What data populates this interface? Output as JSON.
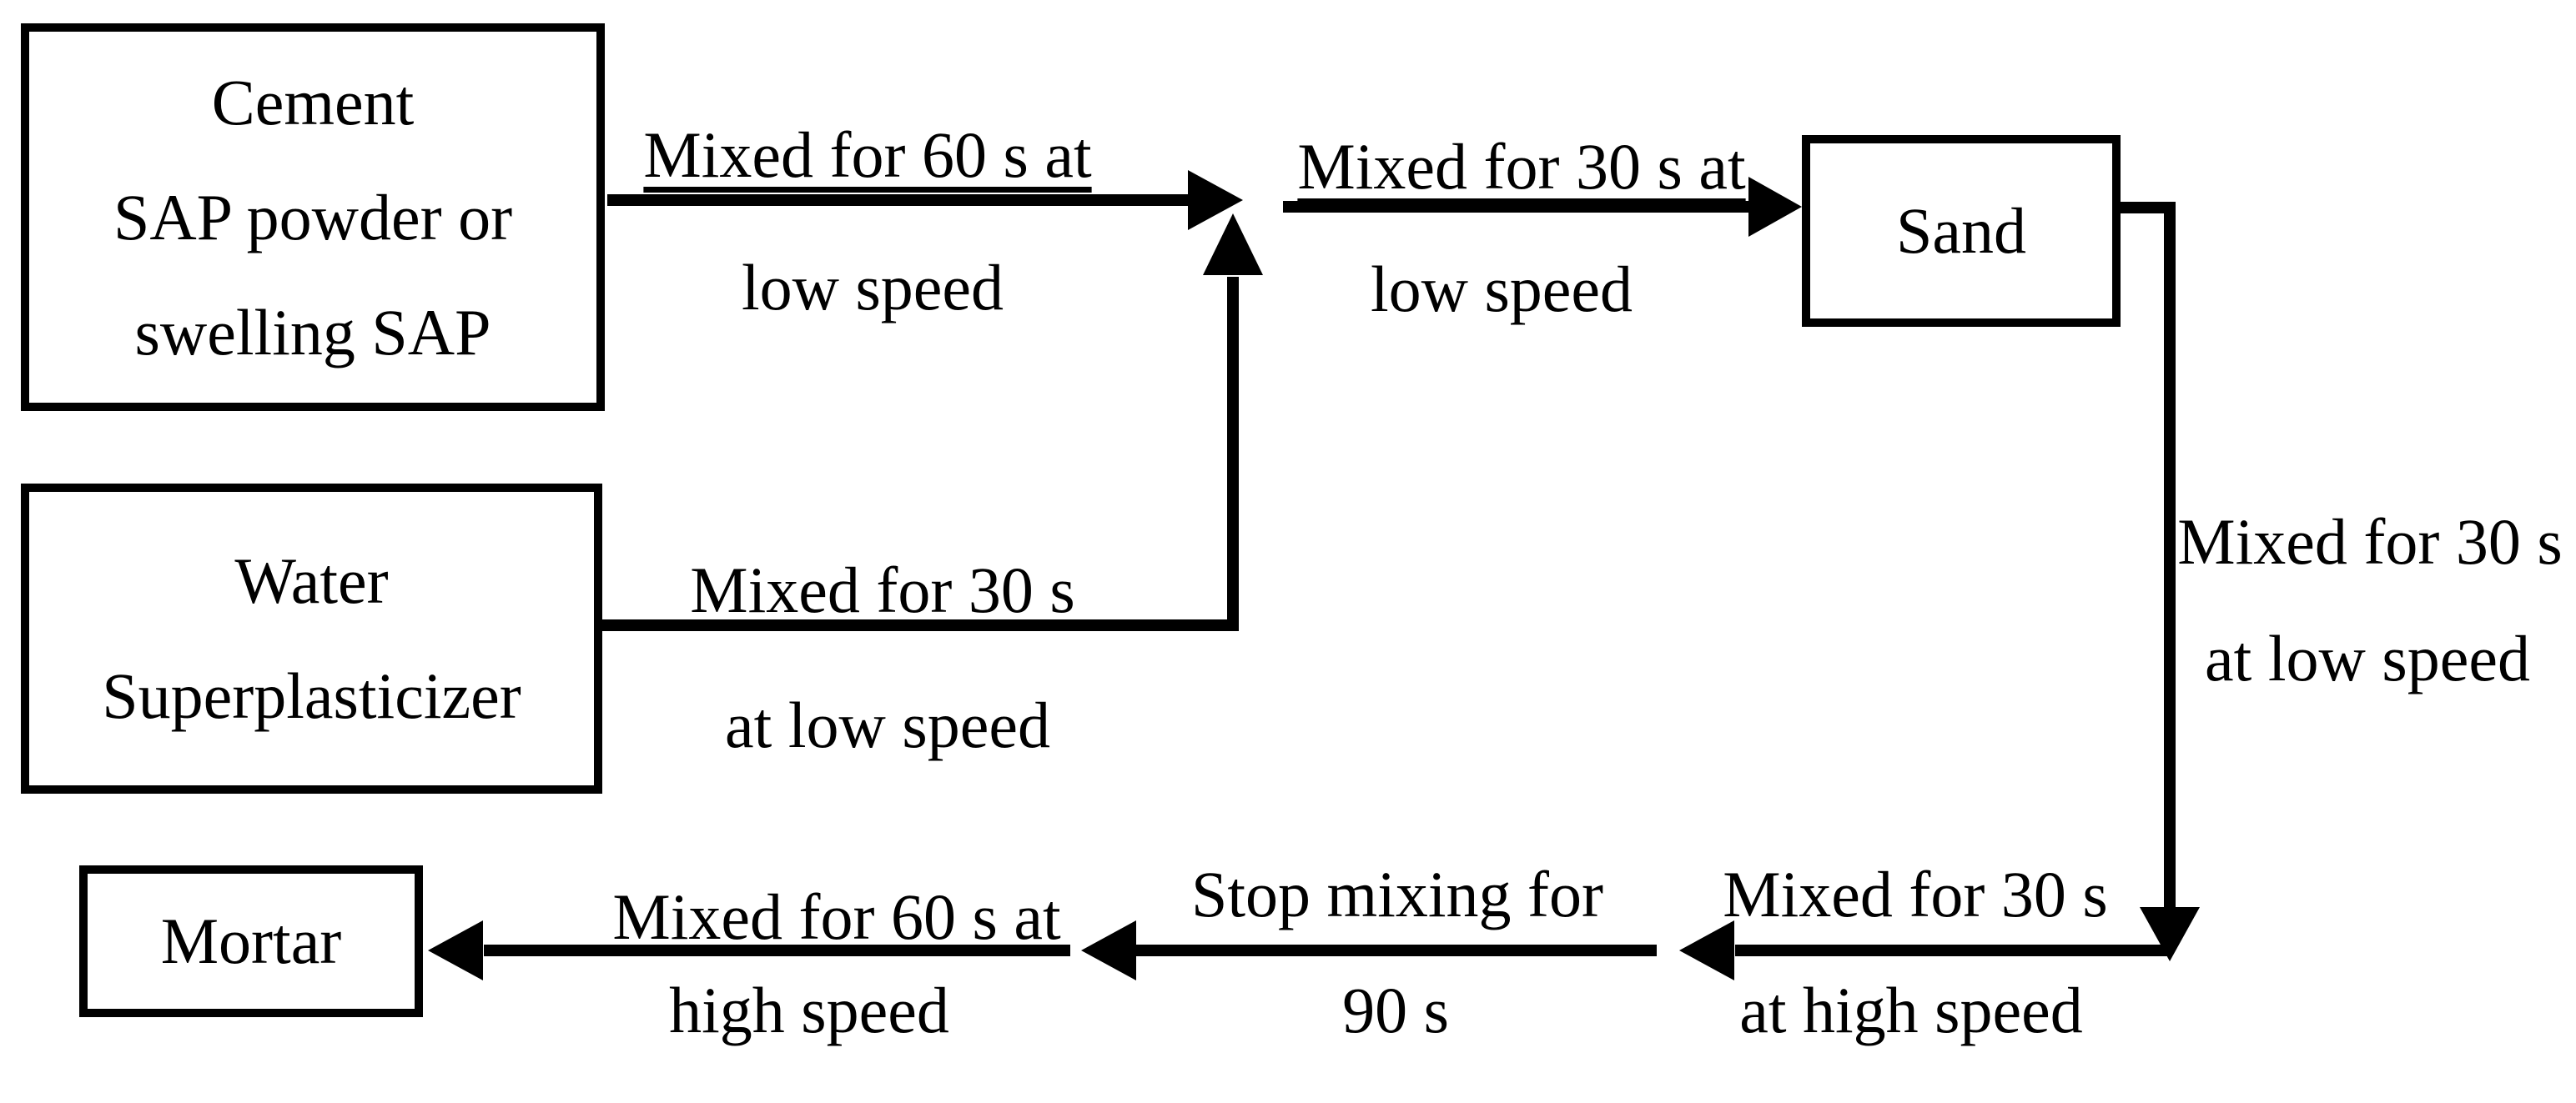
{
  "diagram": {
    "colors": {
      "line": "#000000",
      "background": "#ffffff",
      "text": "#000000"
    },
    "boxes": [
      {
        "id": "cement",
        "lines": [
          "Cement",
          "SAP powder or",
          "swelling SAP"
        ]
      },
      {
        "id": "water",
        "lines": [
          "Water",
          "Superplasticizer"
        ]
      },
      {
        "id": "sand",
        "lines": [
          "Sand"
        ]
      },
      {
        "id": "mortar",
        "lines": [
          "Mortar"
        ]
      }
    ],
    "labels": [
      {
        "id": "cement-to-junction",
        "line1": "Mixed for 60 s at",
        "line2": "low speed",
        "underlined": true
      },
      {
        "id": "water-to-junction",
        "line1": "Mixed for 30 s",
        "line2": "at low speed",
        "underlined": false
      },
      {
        "id": "junction-to-sand",
        "line1": "Mixed for 30 s at",
        "line2": "low speed",
        "underlined": true
      },
      {
        "id": "sand-down",
        "line1": "Mixed for 30 s",
        "line2": "at low speed",
        "underlined": false
      },
      {
        "id": "bottom-right",
        "line1": "Mixed for 30 s",
        "line2": "at high speed",
        "underlined": false
      },
      {
        "id": "bottom-middle",
        "line1": "Stop mixing for",
        "line2": "90 s",
        "underlined": false
      },
      {
        "id": "to-mortar",
        "line1": "Mixed for 60 s at",
        "line2": "high speed",
        "underlined": true
      }
    ]
  }
}
